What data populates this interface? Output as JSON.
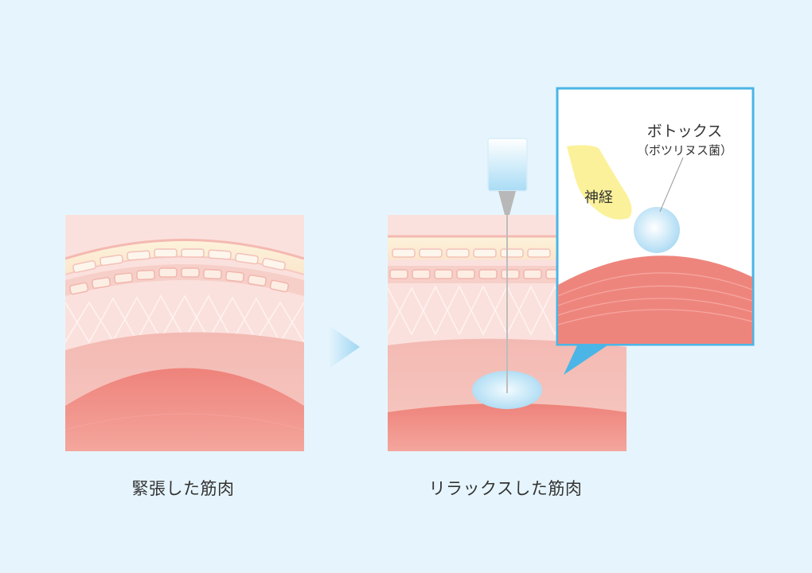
{
  "captions": {
    "tense_muscle": "緊張した筋肉",
    "relaxed_muscle": "リラックスした筋肉"
  },
  "callout": {
    "botox_label": "ボトックス",
    "botox_sublabel": "（ボツリヌス菌）",
    "nerve_label": "神経"
  },
  "colors": {
    "background": "#e6f5fd",
    "muscle": "#ef8f86",
    "skin_layer": "#f6c9c3",
    "dermis": "#fbe0dc",
    "epidermis": "#fdf0d5",
    "nerve": "#fbf19a",
    "botox": "#bfe3f7",
    "callout_border": "#4ab5e6"
  },
  "icons": [
    "arrow-right-icon",
    "syringe-icon"
  ]
}
